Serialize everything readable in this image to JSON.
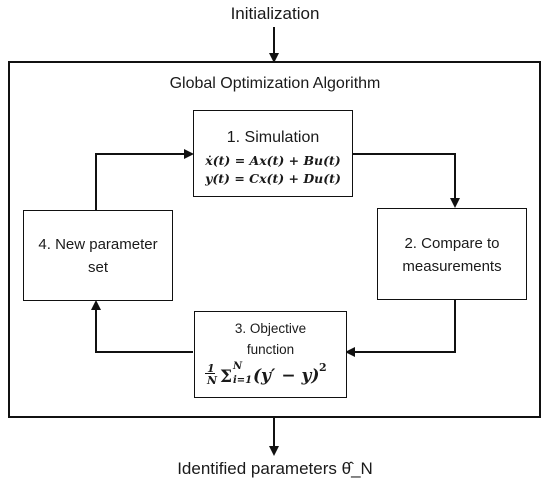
{
  "top_label": "Initialization",
  "outer_title": "Global Optimization Algorithm",
  "boxes": {
    "simulation": {
      "title": "1.  Simulation",
      "eq1": "ẋ(t) = Ax(t) + Bu(t)",
      "eq2": "y(t) = Cx(t) + Du(t)"
    },
    "compare": {
      "line1": "2. Compare to",
      "line2": "measurements"
    },
    "objective": {
      "line1": "3. Objective",
      "line2": "function",
      "formula": "1/N Σ_{i=1}^{N} (y′ − y)²"
    },
    "new_params": {
      "line1": "4. New parameter",
      "line2": "set"
    }
  },
  "bottom_label": "Identified parameters θ̂_N"
}
